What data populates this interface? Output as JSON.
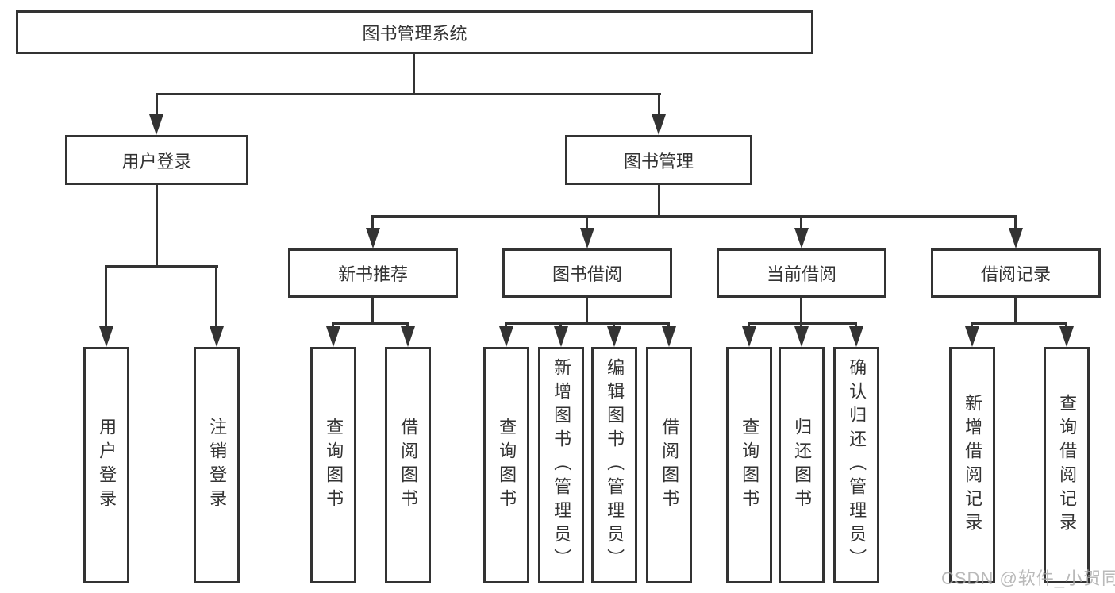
{
  "tree": {
    "root": {
      "label": "图书管理系统",
      "children": {
        "user_login": {
          "label": "用户登录",
          "children": {
            "user_login_item": {
              "label": "用户登录"
            },
            "logout_item": {
              "label": "注销登录"
            }
          }
        },
        "book_management": {
          "label": "图书管理",
          "children": {
            "new_book_recommend": {
              "label": "新书推荐",
              "children": {
                "query_books": {
                  "label": "查询图书"
                },
                "borrow_books": {
                  "label": "借阅图书"
                }
              }
            },
            "book_borrowing": {
              "label": "图书借阅",
              "children": {
                "query_books": {
                  "label": "查询图书"
                },
                "add_book_admin": {
                  "label": "新增图书（管理员）"
                },
                "edit_book_admin": {
                  "label": "编辑图书（管理员）"
                },
                "borrow_books": {
                  "label": "借阅图书"
                }
              }
            },
            "current_borrowing": {
              "label": "当前借阅",
              "children": {
                "query_books": {
                  "label": "查询图书"
                },
                "return_books": {
                  "label": "归还图书"
                },
                "confirm_return_admin": {
                  "label": "确认归还（管理员）"
                }
              }
            },
            "borrowing_records": {
              "label": "借阅记录",
              "children": {
                "add_borrow_record": {
                  "label": "新增借阅记录"
                },
                "query_borrow_record": {
                  "label": "查询借阅记录"
                }
              }
            }
          }
        }
      }
    }
  },
  "watermark": {
    "text": "CSDN @软件_小贺同学"
  },
  "colors": {
    "line": "#333333",
    "box_border": "#333333",
    "text": "#333333",
    "watermark": "#a8a8a8",
    "background": "#ffffff"
  }
}
